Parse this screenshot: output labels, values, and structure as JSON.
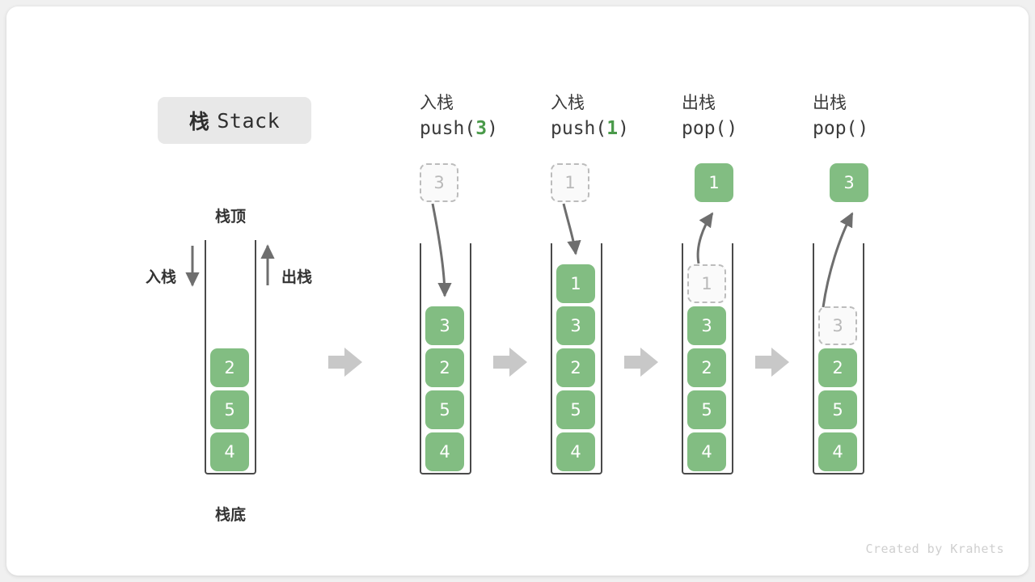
{
  "title": {
    "cn": "栈",
    "en": "Stack"
  },
  "labels": {
    "top": "栈顶",
    "bottom": "栈底",
    "push": "入栈",
    "pop": "出栈"
  },
  "base_stack": {
    "elements": [
      "2",
      "5",
      "4"
    ]
  },
  "steps": [
    {
      "cn": "入栈",
      "op_prefix": "push(",
      "op_arg": "3",
      "op_suffix": ")",
      "moving_value": "3",
      "moving_style": "ghost-above",
      "elements": [
        "3",
        "2",
        "5",
        "4"
      ]
    },
    {
      "cn": "入栈",
      "op_prefix": "push(",
      "op_arg": "1",
      "op_suffix": ")",
      "moving_value": "1",
      "moving_style": "ghost-above",
      "elements": [
        "1",
        "3",
        "2",
        "5",
        "4"
      ]
    },
    {
      "cn": "出栈",
      "op_prefix": "pop(",
      "op_arg": "",
      "op_suffix": ")",
      "moving_value": "1",
      "moving_style": "solid-above",
      "elements": [
        "1",
        "3",
        "2",
        "5",
        "4"
      ]
    },
    {
      "cn": "出栈",
      "op_prefix": "pop(",
      "op_arg": "",
      "op_suffix": ")",
      "moving_value": "3",
      "moving_style": "solid-above",
      "elements": [
        "3",
        "2",
        "5",
        "4"
      ]
    }
  ],
  "footer": "Created by Krahets",
  "colors": {
    "element_green": "#82bd82",
    "accent_green": "#4a9a4a",
    "ghost_gray": "#bcbcbc",
    "arrow_gray": "#6e6e6e",
    "flow_arrow_gray": "#c8c8c8",
    "badge_bg": "#e8e8e8"
  }
}
